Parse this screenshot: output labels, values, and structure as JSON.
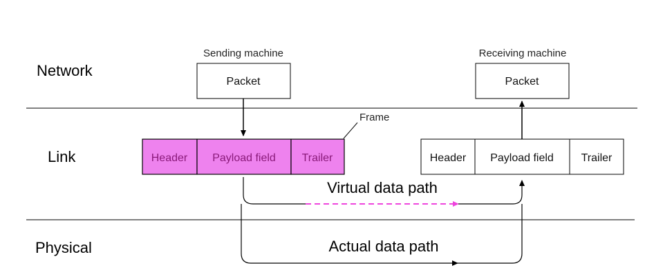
{
  "layers": {
    "network": "Network",
    "link": "Link",
    "physical": "Physical"
  },
  "sender": {
    "title": "Sending machine",
    "packet": "Packet",
    "frame_label": "Frame",
    "frame_fields": [
      "Header",
      "Payload field",
      "Trailer"
    ]
  },
  "receiver": {
    "title": "Receiving machine",
    "packet": "Packet",
    "frame_fields": [
      "Header",
      "Payload field",
      "Trailer"
    ]
  },
  "paths": {
    "virtual": "Virtual data path",
    "actual": "Actual data path"
  },
  "colors": {
    "frame_fill": "#ee82ee",
    "virtual_path": "#ee44dd",
    "line": "#000000"
  }
}
